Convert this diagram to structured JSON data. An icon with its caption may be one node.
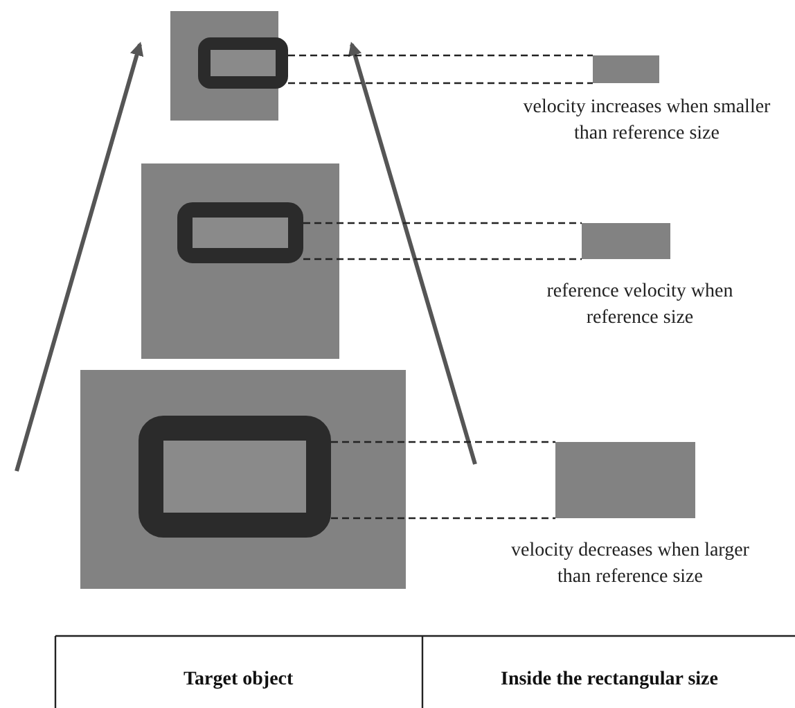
{
  "diagram": {
    "nodes": [
      {
        "text": [],
        "shape": "box"
      },
      {
        "text": [],
        "shape": "box",
        "in": 0
      },
      {
        "text": [],
        "shape": "box",
        "beside": [
          "velocity increases when smaller than reference size"
        ]
      },
      {
        "text": [],
        "shape": "box"
      },
      {
        "text": [],
        "shape": "box",
        "in": 3
      },
      {
        "text": [],
        "shape": "box",
        "beside": [
          "reference velocity when reference size"
        ]
      },
      {
        "text": [],
        "shape": "box"
      },
      {
        "text": [],
        "shape": "box",
        "in": 6
      },
      {
        "text": [],
        "shape": "box",
        "beside": [
          "velocity decreases when larger than reference size"
        ]
      }
    ],
    "edges": [
      {
        "from": 1,
        "to": 2,
        "arrow": "none",
        "style": "dashed"
      },
      {
        "from": 1,
        "to": 2,
        "arrow": "none",
        "style": "dashed"
      },
      {
        "from": 4,
        "to": 5,
        "arrow": "none",
        "style": "dashed"
      },
      {
        "from": 4,
        "to": 5,
        "arrow": "none",
        "style": "dashed"
      },
      {
        "from": 7,
        "to": 8,
        "arrow": "none",
        "style": "dashed"
      },
      {
        "from": 7,
        "to": 8,
        "arrow": "none",
        "style": "dashed"
      }
    ],
    "labels": [
      "Target object",
      "Inside the rectangular size"
    ]
  }
}
